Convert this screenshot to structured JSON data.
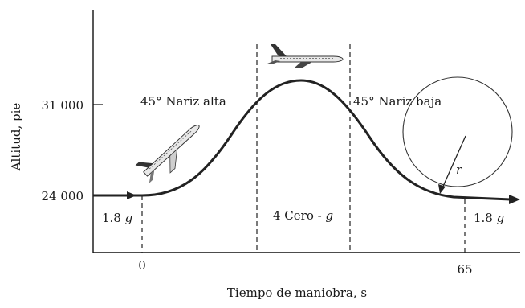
{
  "axes": {
    "y_label": "Altitud, pie",
    "x_label": "Tiempo de maniobra, s",
    "y_ticks": [
      "31 000",
      "24 000"
    ],
    "x_ticks": [
      "0",
      "65"
    ]
  },
  "regions": {
    "nose_up": "45° Nariz alta",
    "nose_down": "45° Nariz baja",
    "zero_g_prefix": "4 Cero - ",
    "zero_g_unit": "g"
  },
  "load_factors": {
    "left_value": "1.8",
    "left_unit": "g",
    "right_value": "1.8",
    "right_unit": "g"
  },
  "radius_label": "r",
  "icons": [
    "airplane-climbing-icon",
    "airplane-level-icon"
  ]
}
